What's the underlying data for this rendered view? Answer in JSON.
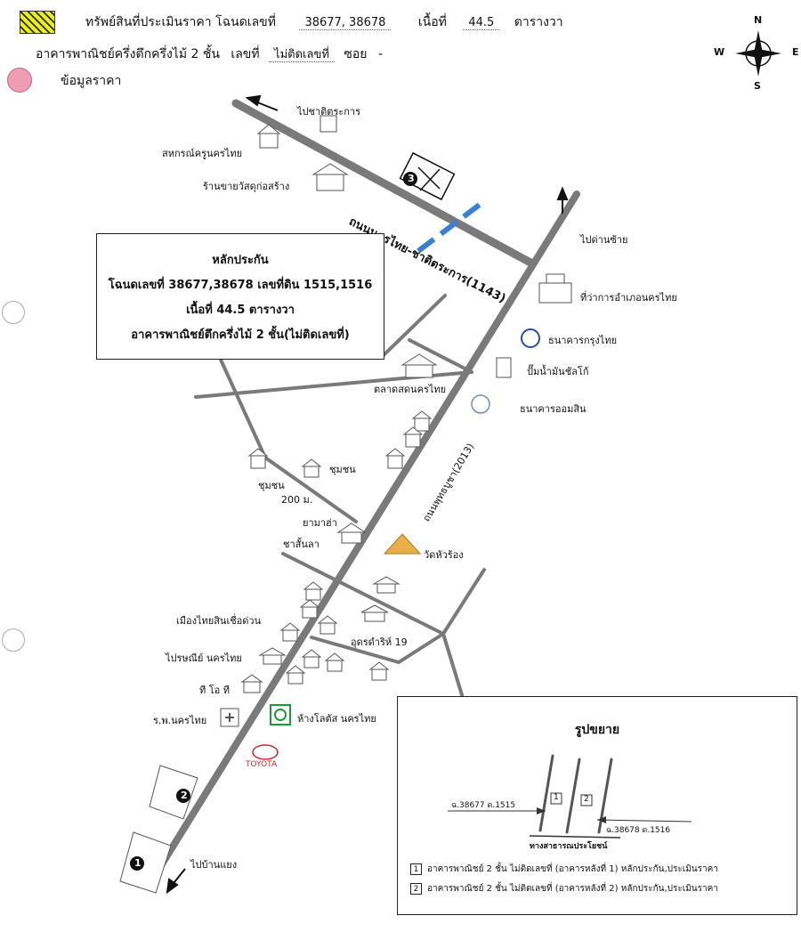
{
  "header": {
    "line1_label": "ทรัพย์สินที่ประเมินราคา โฉนดเลขที่",
    "deed_numbers": "38677, 38678",
    "area_label": "เนื้อที่",
    "area_value": "44.5",
    "area_unit": "ตารางวา",
    "line2_label": "อาคารพาณิชย์ครึ่งตึกครึ่งไม้ 2 ชั้น",
    "no_label": "เลขที่",
    "no_value": "ไม่ติดเลขที่",
    "soi_label": "ซอย",
    "soi_value": "-",
    "price_info_label": "ข้อมูลราคา"
  },
  "compass": {
    "n": "N",
    "s": "S",
    "e": "E",
    "w": "W"
  },
  "collateral_box": {
    "title": "หลักประกัน",
    "line1": "โฉนดเลขที่ 38677,38678 เลขที่ดิน 1515,1516",
    "line2": "เนื้อที่ 44.5 ตารางวา",
    "line3": "อาคารพาณิชย์ตึกครึ่งไม้ 2 ชั้น(ไม่ติดเลขที่)"
  },
  "roads": {
    "main_road": "ถนนนครไทย-ชาติตระการ(1143)",
    "side_road": "ถนนพุทธบูชา(2013)",
    "alley_19": "อุดรดำริห์ 19",
    "distance": "200 ม."
  },
  "directions": {
    "to_chat": "ไปชาติตระการ",
    "to_dansai": "ไปด่านซ้าย",
    "to_ban_yaeng": "ไปบ้านแยง"
  },
  "landmarks": {
    "coop": "สหกรณ์ครูนครไทย",
    "hardware": "ร้านขายวัสดุก่อสร้าง",
    "district_office": "ที่ว่าการอำเภอนครไทย",
    "bangkok_bank": "ธนาคารกรุงไทย",
    "gas_station": "ปั๊มน้ำมันชัลโก้",
    "gsb": "ธนาคารออมสิน",
    "market": "ตลาดสดนครไทย",
    "community1": "ชุมชน",
    "community2": "ชุมชน",
    "yamaha": "ยามาฮ่า",
    "chasanla": "ชาสั้นลา",
    "temple": "วัดหัวร้อง",
    "muang_thai": "เมืองไทยสินเชื่อด่วน",
    "post": "ไปรษณีย์ นครไทย",
    "tot": "ที โอ ที",
    "hospital": "ร.พ.นครไทย",
    "lotus": "ห้างโลตัส นครไทย",
    "toyota": "TOYOTA"
  },
  "markers": {
    "m1": "1",
    "m2": "2",
    "m3": "3"
  },
  "detail_box": {
    "title": "รูปขยาย",
    "parcel_a": "ฉ.38677 ด.1515",
    "parcel_b": "ฉ.38678 ด.1516",
    "public_way": "ทางสาธารณประโยชน์",
    "unit1": "1",
    "unit2": "2",
    "legend": [
      {
        "num": "1",
        "text": "อาคารพาณิชย์ 2 ชั้น ไม่ติดเลขที่ (อาคารหลังที่ 1) หลักประกัน,ประเมินราคา"
      },
      {
        "num": "2",
        "text": "อาคารพาณิชย์ 2 ชั้น ไม่ติดเลขที่ (อาคารหลังที่ 2) หลักประกัน,ประเมินราคา"
      }
    ]
  },
  "colors": {
    "swatch": "#e9ef1a",
    "price_dot": "#ef9cb5",
    "river": "#3b7fd1",
    "road": "#7a7a7a"
  }
}
